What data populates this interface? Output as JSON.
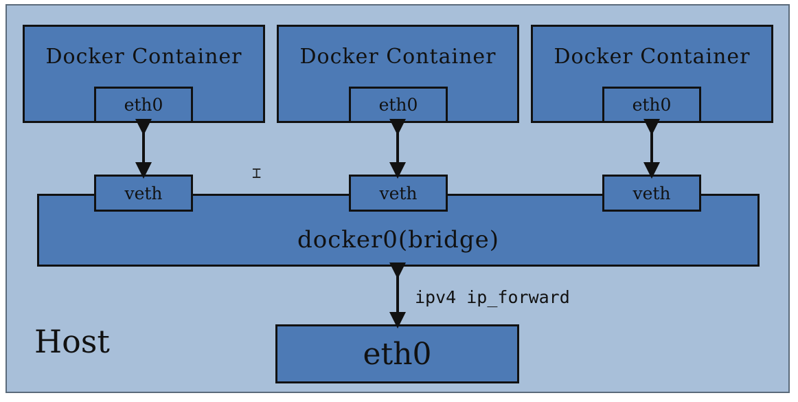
{
  "containers": [
    {
      "title": "Docker Container",
      "eth": "eth0",
      "veth": "veth"
    },
    {
      "title": "Docker Container",
      "eth": "eth0",
      "veth": "veth"
    },
    {
      "title": "Docker Container",
      "eth": "eth0",
      "veth": "veth"
    }
  ],
  "bridge": {
    "label": "docker0(bridge)"
  },
  "forward": {
    "label": "ipv4 ip_forward"
  },
  "host": {
    "label": "Host",
    "eth": "eth0"
  },
  "colors": {
    "host_bg": "#a8bfd9",
    "box_fill": "#4d7ab5",
    "stroke": "#111111"
  },
  "icons": {
    "cursor": "text-cursor-icon"
  }
}
